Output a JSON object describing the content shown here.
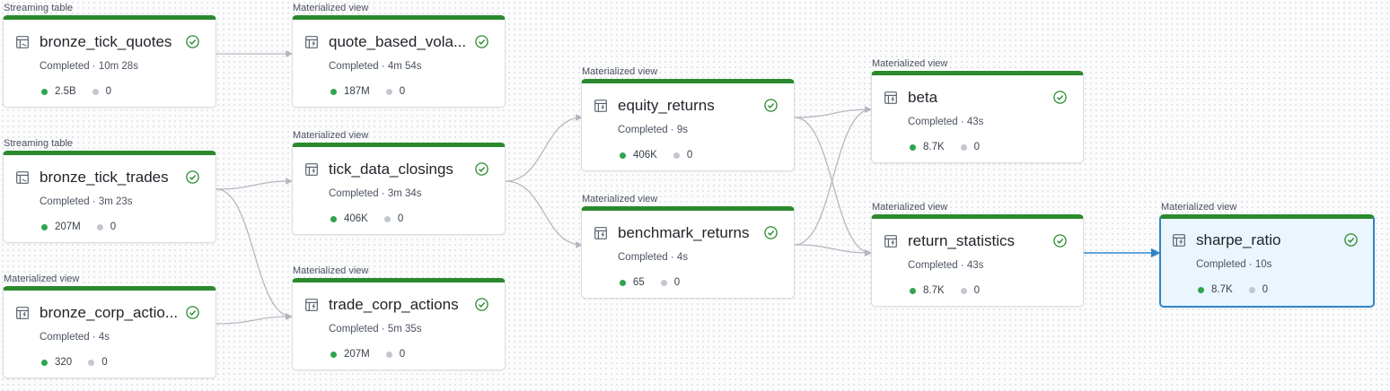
{
  "colors": {
    "success_bar": "#2b8a2e",
    "edge": "#b4b8be",
    "selected_edge": "#2e86c9",
    "selected_border": "#2e86c9",
    "selected_bg": "#ebf5fd"
  },
  "nodes": {
    "bronze_tick_quotes": {
      "type_label": "Streaming table",
      "name": "bronze_tick_quotes",
      "status": "Completed · 10m 28s",
      "metric_rows": "2.5B",
      "metric_dropped": "0",
      "icon": "streaming-table-icon"
    },
    "bronze_tick_trades": {
      "type_label": "Streaming table",
      "name": "bronze_tick_trades",
      "status": "Completed · 3m 23s",
      "metric_rows": "207M",
      "metric_dropped": "0",
      "icon": "streaming-table-icon"
    },
    "bronze_corp_actions": {
      "type_label": "Materialized view",
      "name": "bronze_corp_actio...",
      "status": "Completed · 4s",
      "metric_rows": "320",
      "metric_dropped": "0",
      "icon": "materialized-view-icon"
    },
    "quote_based_vola": {
      "type_label": "Materialized view",
      "name": "quote_based_vola...",
      "status": "Completed · 4m 54s",
      "metric_rows": "187M",
      "metric_dropped": "0",
      "icon": "materialized-view-icon"
    },
    "tick_data_closings": {
      "type_label": "Materialized view",
      "name": "tick_data_closings",
      "status": "Completed · 3m 34s",
      "metric_rows": "406K",
      "metric_dropped": "0",
      "icon": "materialized-view-icon"
    },
    "trade_corp_actions": {
      "type_label": "Materialized view",
      "name": "trade_corp_actions",
      "status": "Completed · 5m 35s",
      "metric_rows": "207M",
      "metric_dropped": "0",
      "icon": "materialized-view-icon"
    },
    "equity_returns": {
      "type_label": "Materialized view",
      "name": "equity_returns",
      "status": "Completed · 9s",
      "metric_rows": "406K",
      "metric_dropped": "0",
      "icon": "materialized-view-icon"
    },
    "benchmark_returns": {
      "type_label": "Materialized view",
      "name": "benchmark_returns",
      "status": "Completed · 4s",
      "metric_rows": "65",
      "metric_dropped": "0",
      "icon": "materialized-view-icon"
    },
    "beta": {
      "type_label": "Materialized view",
      "name": "beta",
      "status": "Completed · 43s",
      "metric_rows": "8.7K",
      "metric_dropped": "0",
      "icon": "materialized-view-icon"
    },
    "return_statistics": {
      "type_label": "Materialized view",
      "name": "return_statistics",
      "status": "Completed · 43s",
      "metric_rows": "8.7K",
      "metric_dropped": "0",
      "icon": "materialized-view-icon"
    },
    "sharpe_ratio": {
      "type_label": "Materialized view",
      "name": "sharpe_ratio",
      "status": "Completed · 10s",
      "metric_rows": "8.7K",
      "metric_dropped": "0",
      "icon": "materialized-view-icon",
      "selected": true
    }
  }
}
